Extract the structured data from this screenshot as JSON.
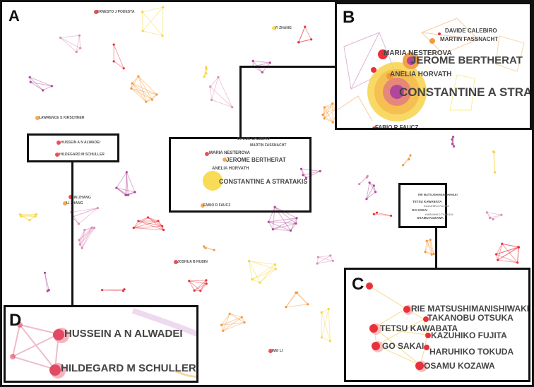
{
  "panels": {
    "A": {
      "letter": "A",
      "labels": {
        "ernesto": "ERNESTO J PODESTA",
        "yizhang": "YI ZHANG",
        "lawrence": "LAWRENCE S KIRSCHNER",
        "hussein": "HUSSEIN A N ALWADEI",
        "hildegard": "HILDEGARD M SCHULLER",
        "binzhang": "BIN ZHANG",
        "lizhang": "LI ZHANG",
        "maria": "MARIA NESTEROVA",
        "jerome": "JEROME BERTHERAT",
        "anelia": "ANELIA HORVATH",
        "constantine": "CONSTANTINE A STRATAKIS",
        "fabio": "FABIO R FAUCZ",
        "davide": "DAVIDE CALEBIRO",
        "martin": "MARTIN FASSNACHT",
        "joshua": "JOSHUA B RUBIN",
        "weili": "WEI LI",
        "rie": "RIE MATSUSHIMANISHIWAKI",
        "tetsu": "TETSU KAWABATA",
        "kazuhiko": "KAZUHIKO FUJITA",
        "gosakai": "GO SAKAI",
        "haruhiko": "HARUHIKO TOKUDA",
        "osamu": "OSAMU KOZAWA"
      }
    },
    "B": {
      "letter": "B",
      "labels": {
        "davide": "DAVIDE CALEBIRO",
        "martin": "MARTIN FASSNACHT",
        "maria": "MARIA NESTEROVA",
        "jerome": "JEROME BERTHERAT",
        "anelia": "ANELIA HORVATH",
        "constantine": "CONSTANTINE A STRATAKIS",
        "fabio": "FABIO R FAUCZ"
      }
    },
    "C": {
      "letter": "C",
      "labels": {
        "rie": "RIE MATSUSHIMANISHIWAKI",
        "takanobu": "TAKANOBU OTSUKA",
        "tetsu": "TETSU KAWABATA",
        "kazuhiko": "KAZUHIKO FUJITA",
        "gosakai": "GO SAKAI",
        "haruhiko": "HARUHIKO TOKUDA",
        "osamu": "OSAMU KOZAWA"
      }
    },
    "D": {
      "letter": "D",
      "labels": {
        "hussein": "HUSSEIN A N ALWADEI",
        "hildegard": "HILDEGARD M SCHULLER"
      }
    }
  },
  "colors": {
    "purple": "#b0479a",
    "red": "#e8313a",
    "orange": "#f39a3b",
    "yellow": "#f7d53a",
    "pink": "#d98cb8"
  }
}
